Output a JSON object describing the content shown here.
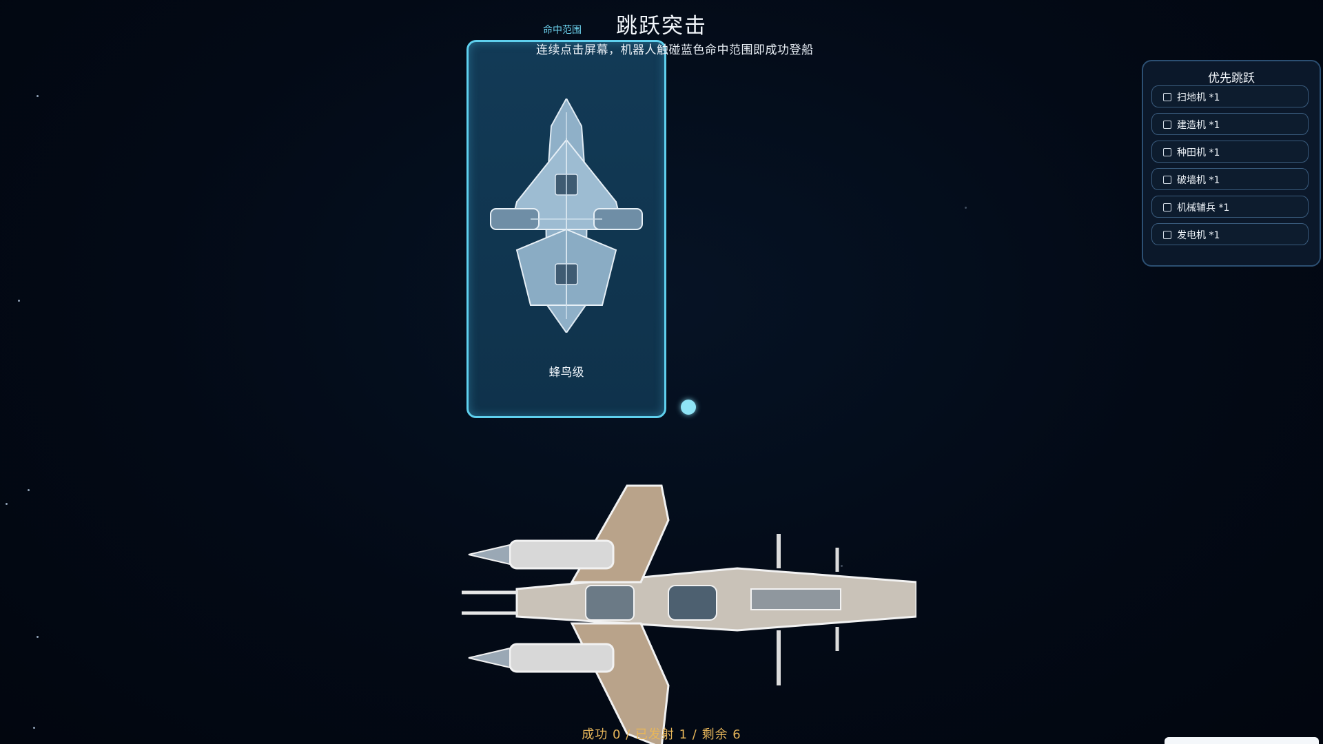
{
  "game": {
    "title": "跳跃突击",
    "instruction": "连续点击屏幕，机器人触碰蓝色命中范围即成功登船",
    "hit_zone_label": "命中范围"
  },
  "target_ship": {
    "name": "蜂鸟级"
  },
  "status": {
    "text": "成功 0 / 已发射 1 / 剩余 6",
    "launched": 1,
    "remaining": 6
  },
  "priority_panel": {
    "title": "优先跳跃",
    "items": [
      {
        "label": "扫地机 *1",
        "checked": false
      },
      {
        "label": "建造机 *1",
        "checked": false
      },
      {
        "label": "种田机 *1",
        "checked": false
      },
      {
        "label": "破墙机 *1",
        "checked": false
      },
      {
        "label": "机械辅兵 *1",
        "checked": false
      },
      {
        "label": "发电机 *1",
        "checked": false
      }
    ]
  },
  "colors": {
    "background": "#030a16",
    "hit_zone_border": "#5fd0ee",
    "hit_zone_fill": "#123a56",
    "status_text": "#e7b65a",
    "cursor_dot": "#8fe4f6"
  }
}
